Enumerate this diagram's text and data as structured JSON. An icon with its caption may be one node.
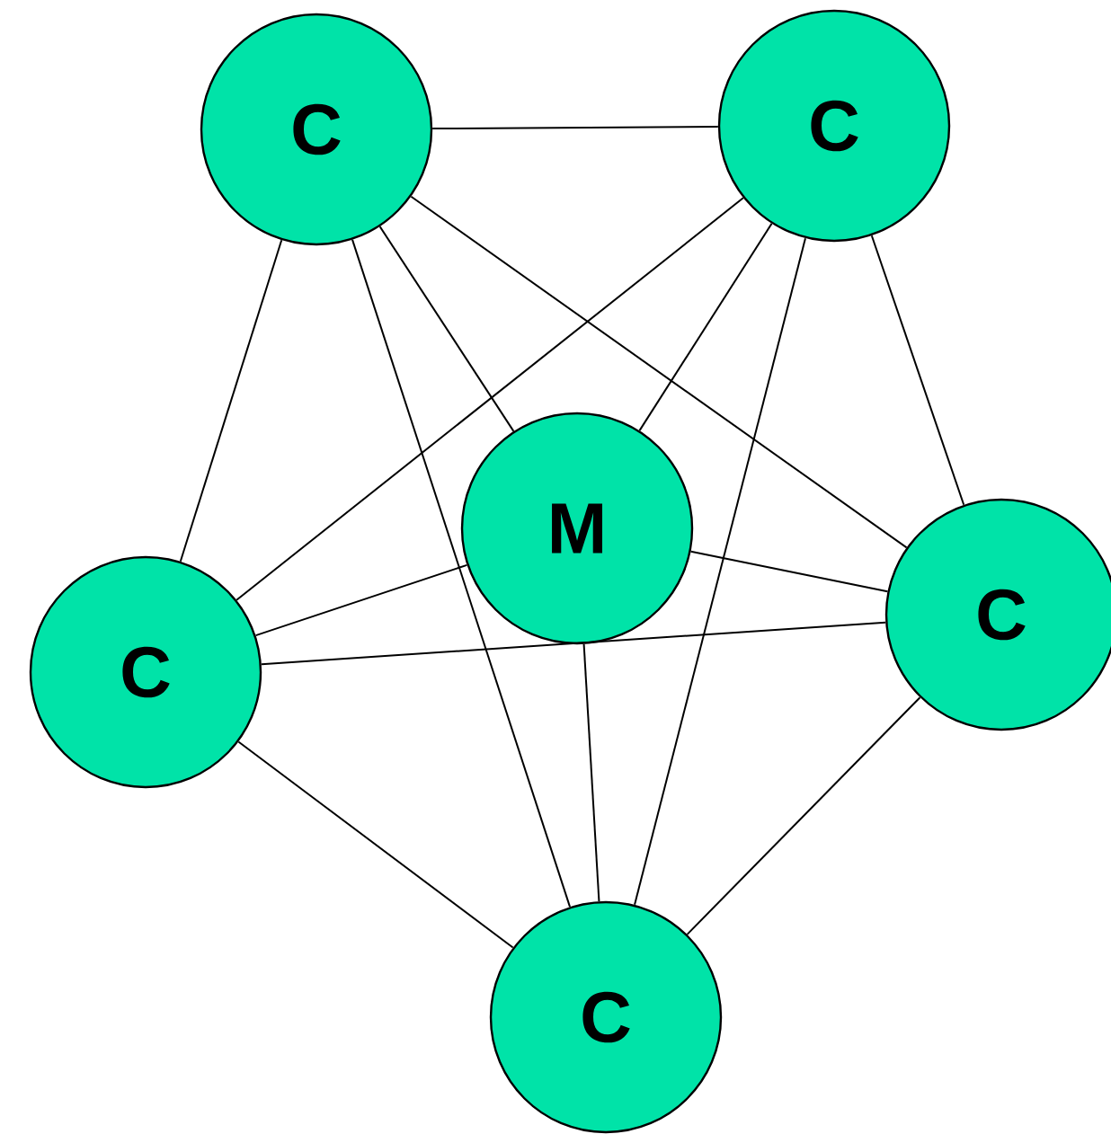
{
  "diagram": {
    "nodes": [
      {
        "text": [
          "C"
        ]
      },
      {
        "text": [
          "C"
        ]
      },
      {
        "text": [
          "M"
        ]
      },
      {
        "text": [
          "C"
        ]
      },
      {
        "text": [
          "C"
        ]
      },
      {
        "text": [
          "C"
        ]
      }
    ],
    "edges": [
      {
        "from": 0,
        "to": 1,
        "arrow": "none"
      },
      {
        "from": 0,
        "to": 3,
        "arrow": "none"
      },
      {
        "from": 0,
        "to": 4,
        "arrow": "none"
      },
      {
        "from": 0,
        "to": 5,
        "arrow": "none"
      },
      {
        "from": 0,
        "to": 2,
        "arrow": "none"
      },
      {
        "from": 1,
        "to": 3,
        "arrow": "none"
      },
      {
        "from": 1,
        "to": 4,
        "arrow": "none"
      },
      {
        "from": 1,
        "to": 5,
        "arrow": "none"
      },
      {
        "from": 1,
        "to": 2,
        "arrow": "none"
      },
      {
        "from": 3,
        "to": 4,
        "arrow": "none"
      },
      {
        "from": 3,
        "to": 5,
        "arrow": "none"
      },
      {
        "from": 3,
        "to": 2,
        "arrow": "none"
      },
      {
        "from": 4,
        "to": 5,
        "arrow": "none"
      },
      {
        "from": 4,
        "to": 2,
        "arrow": "none"
      },
      {
        "from": 5,
        "to": 2,
        "arrow": "none"
      }
    ]
  }
}
